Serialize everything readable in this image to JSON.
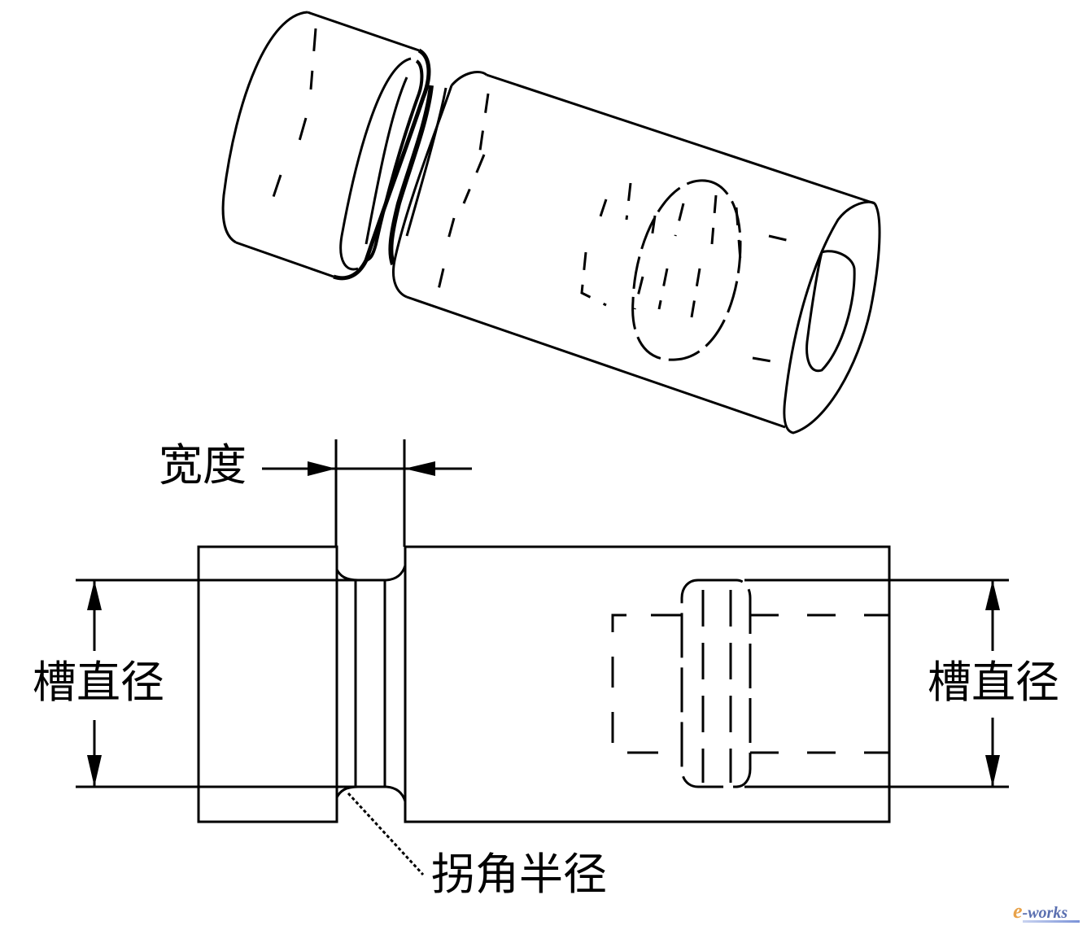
{
  "figure": {
    "description": "Groove feature: isometric view of shaft with groove and cross-hole, plus front view with dimensions",
    "colors": {
      "line": "#000000",
      "background": "#ffffff",
      "watermark_e": "#e8a24a",
      "watermark_text": "#5a6fb0"
    }
  },
  "labels": {
    "width": "宽度",
    "groove_diameter_left": "槽直径",
    "groove_diameter_right": "槽直径",
    "fillet_radius": "拐角半径"
  },
  "watermark": {
    "prefix": "e",
    "suffix": "-works"
  }
}
